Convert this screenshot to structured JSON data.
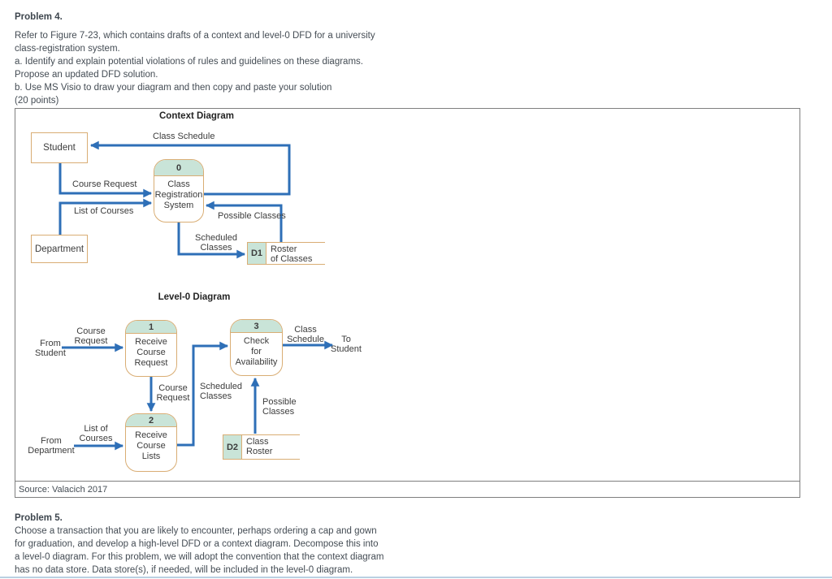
{
  "problem4": {
    "title": "Problem 4.",
    "body": "Refer to Figure 7-23, which contains drafts of a context and level-0 DFD for a university\nclass-registration system.\na. Identify and explain potential violations of rules and guidelines on these diagrams.\nPropose an updated DFD solution.\nb. Use MS Visio to draw your diagram and then copy and paste your solution\n(20 points)"
  },
  "problem5": {
    "title": "Problem 5.",
    "body": "Choose a transaction that you are likely to encounter, perhaps ordering a cap and gown\nfor graduation, and develop a high-level DFD or a context diagram. Decompose this into\na level-0 diagram. For this problem, we will adopt the convention that the context diagram\nhas no data store. Data store(s), if needed, will be included in the level-0 diagram."
  },
  "figure": {
    "source": "Source: Valacich 2017"
  },
  "colors": {
    "flow_blue": "#2e6fb7",
    "shape_border_tan": "#d9ad74",
    "shape_band_teal": "#c9e4d8",
    "figure_border_gray": "#7f7f7f"
  },
  "context": {
    "title": "Context Diagram",
    "student": "Student",
    "department": "Department",
    "process0": {
      "number": "0",
      "label": "Class\nRegistration\nSystem"
    },
    "d1": {
      "id": "D1",
      "label": "Roster\nof Classes"
    },
    "flows": {
      "class_schedule": "Class Schedule",
      "course_request": "Course Request",
      "list_of_courses": "List of Courses",
      "scheduled_classes": "Scheduled\nClasses",
      "possible_classes": "Possible Classes"
    }
  },
  "level0": {
    "title": "Level-0 Diagram",
    "p1": {
      "number": "1",
      "label": "Receive\nCourse\nRequest"
    },
    "p2": {
      "number": "2",
      "label": "Receive\nCourse\nLists"
    },
    "p3": {
      "number": "3",
      "label": "Check\nfor\nAvailability"
    },
    "d2": {
      "id": "D2",
      "label": "Class\nRoster"
    },
    "labels": {
      "from_student": "From\nStudent",
      "course_request_in": "Course\nRequest",
      "course_request_mid": "Course\nRequest",
      "from_department": "From\nDepartment",
      "list_of_courses": "List of\nCourses",
      "scheduled_classes": "Scheduled\nClasses",
      "possible_classes": "Possible\nClasses",
      "class_schedule": "Class\nSchedule",
      "to_student": "To\nStudent"
    }
  }
}
